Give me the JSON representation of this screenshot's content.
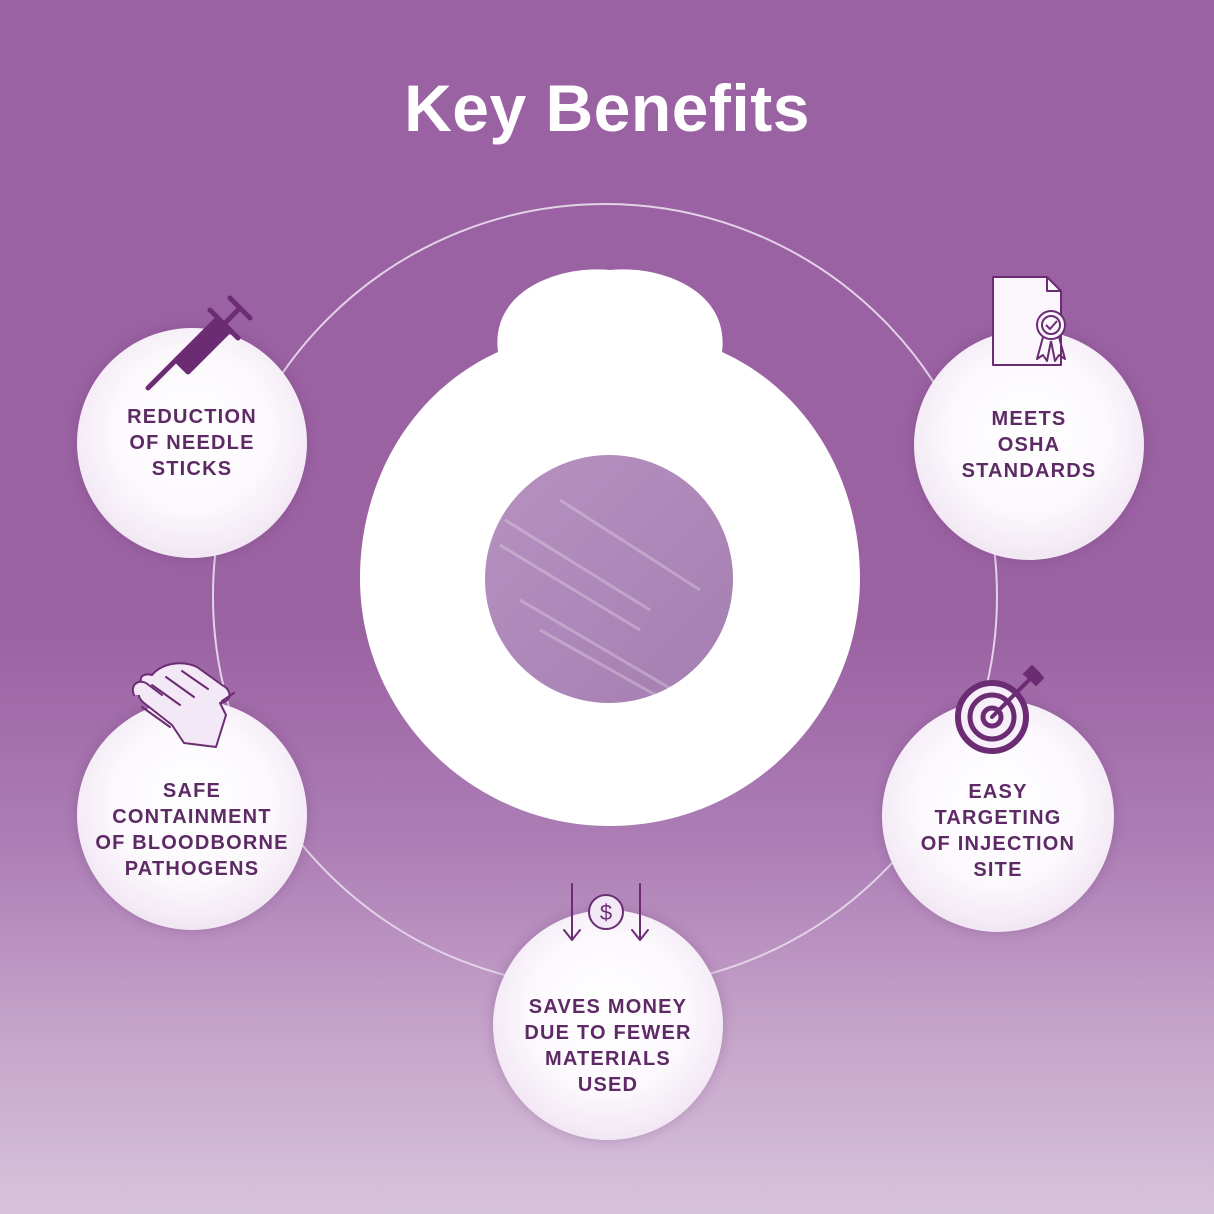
{
  "title": "Key Benefits",
  "colors": {
    "accent": "#5e2a66",
    "ring": "#e3d2e8",
    "background_top": "#9a62a3",
    "background_bottom": "#d8c3dd"
  },
  "benefits": [
    {
      "icon": "syringe-icon",
      "lines": [
        "REDUCTION",
        "OF NEEDLE",
        "STICKS"
      ]
    },
    {
      "icon": "certificate-icon",
      "lines": [
        "MEETS",
        "OSHA",
        "STANDARDS"
      ]
    },
    {
      "icon": "gloves-icon",
      "lines": [
        "SAFE",
        "CONTAINMENT",
        "OF BLOODBORNE",
        "PATHOGENS"
      ]
    },
    {
      "icon": "target-icon",
      "lines": [
        "EASY",
        "TARGETING",
        "OF INJECTION",
        "SITE"
      ]
    },
    {
      "icon": "money-savings-icon",
      "lines": [
        "SAVES MONEY",
        "DUE TO FEWER",
        "MATERIALS",
        "USED"
      ]
    }
  ]
}
